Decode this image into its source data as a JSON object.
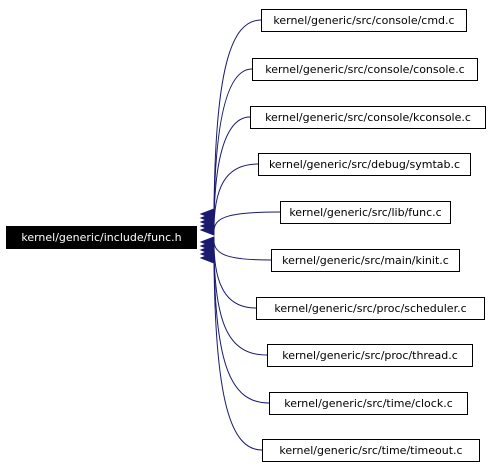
{
  "graph": {
    "root": {
      "label": "kernel/generic/include/func.h"
    },
    "edge_color": "#1a1a6e",
    "nodes": [
      {
        "label": "kernel/generic/src/console/cmd.c"
      },
      {
        "label": "kernel/generic/src/console/console.c"
      },
      {
        "label": "kernel/generic/src/console/kconsole.c"
      },
      {
        "label": "kernel/generic/src/debug/symtab.c"
      },
      {
        "label": "kernel/generic/src/lib/func.c"
      },
      {
        "label": "kernel/generic/src/main/kinit.c"
      },
      {
        "label": "kernel/generic/src/proc/scheduler.c"
      },
      {
        "label": "kernel/generic/src/proc/thread.c"
      },
      {
        "label": "kernel/generic/src/time/clock.c"
      },
      {
        "label": "kernel/generic/src/time/timeout.c"
      }
    ]
  }
}
